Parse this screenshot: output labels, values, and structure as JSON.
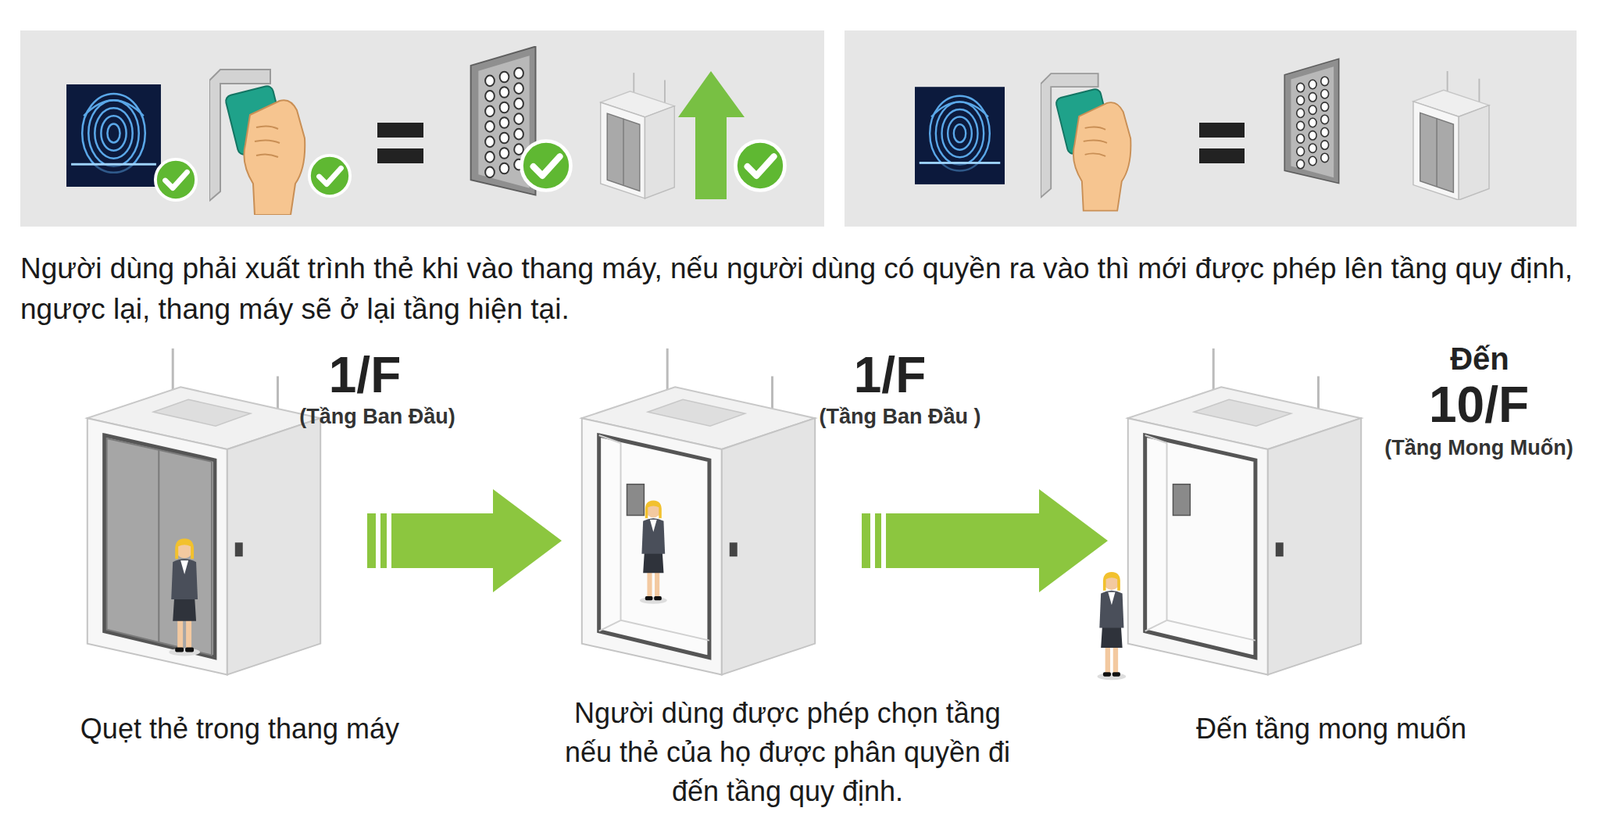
{
  "diagram": {
    "nodes": [
      {
        "text": [
          "1/F",
          "(Tầng Ban Đầu)",
          "Quẹt thẻ trong thang máy"
        ]
      },
      {
        "text": [
          "1/F",
          "(Tầng Ban Đầu )",
          "Người dùng được phép chọn tầng nếu thẻ của họ được phân quyền đi đến tầng quy định."
        ]
      },
      {
        "text": [
          "Đến",
          "10/F",
          "(Tầng Mong Muốn)",
          "Đến tầng mong muốn"
        ]
      }
    ],
    "edges": [
      {
        "from": 0,
        "to": 1,
        "arrow": "to"
      },
      {
        "from": 1,
        "to": 2,
        "arrow": "to"
      }
    ],
    "labels": [
      "Người dùng phải xuất trình thẻ khi vào thang máy, nếu người dùng có quyền ra vào thì mới được phép lên tầng quy định, ngược lại, thang máy sẽ ở lại tầng hiện tại."
    ]
  }
}
